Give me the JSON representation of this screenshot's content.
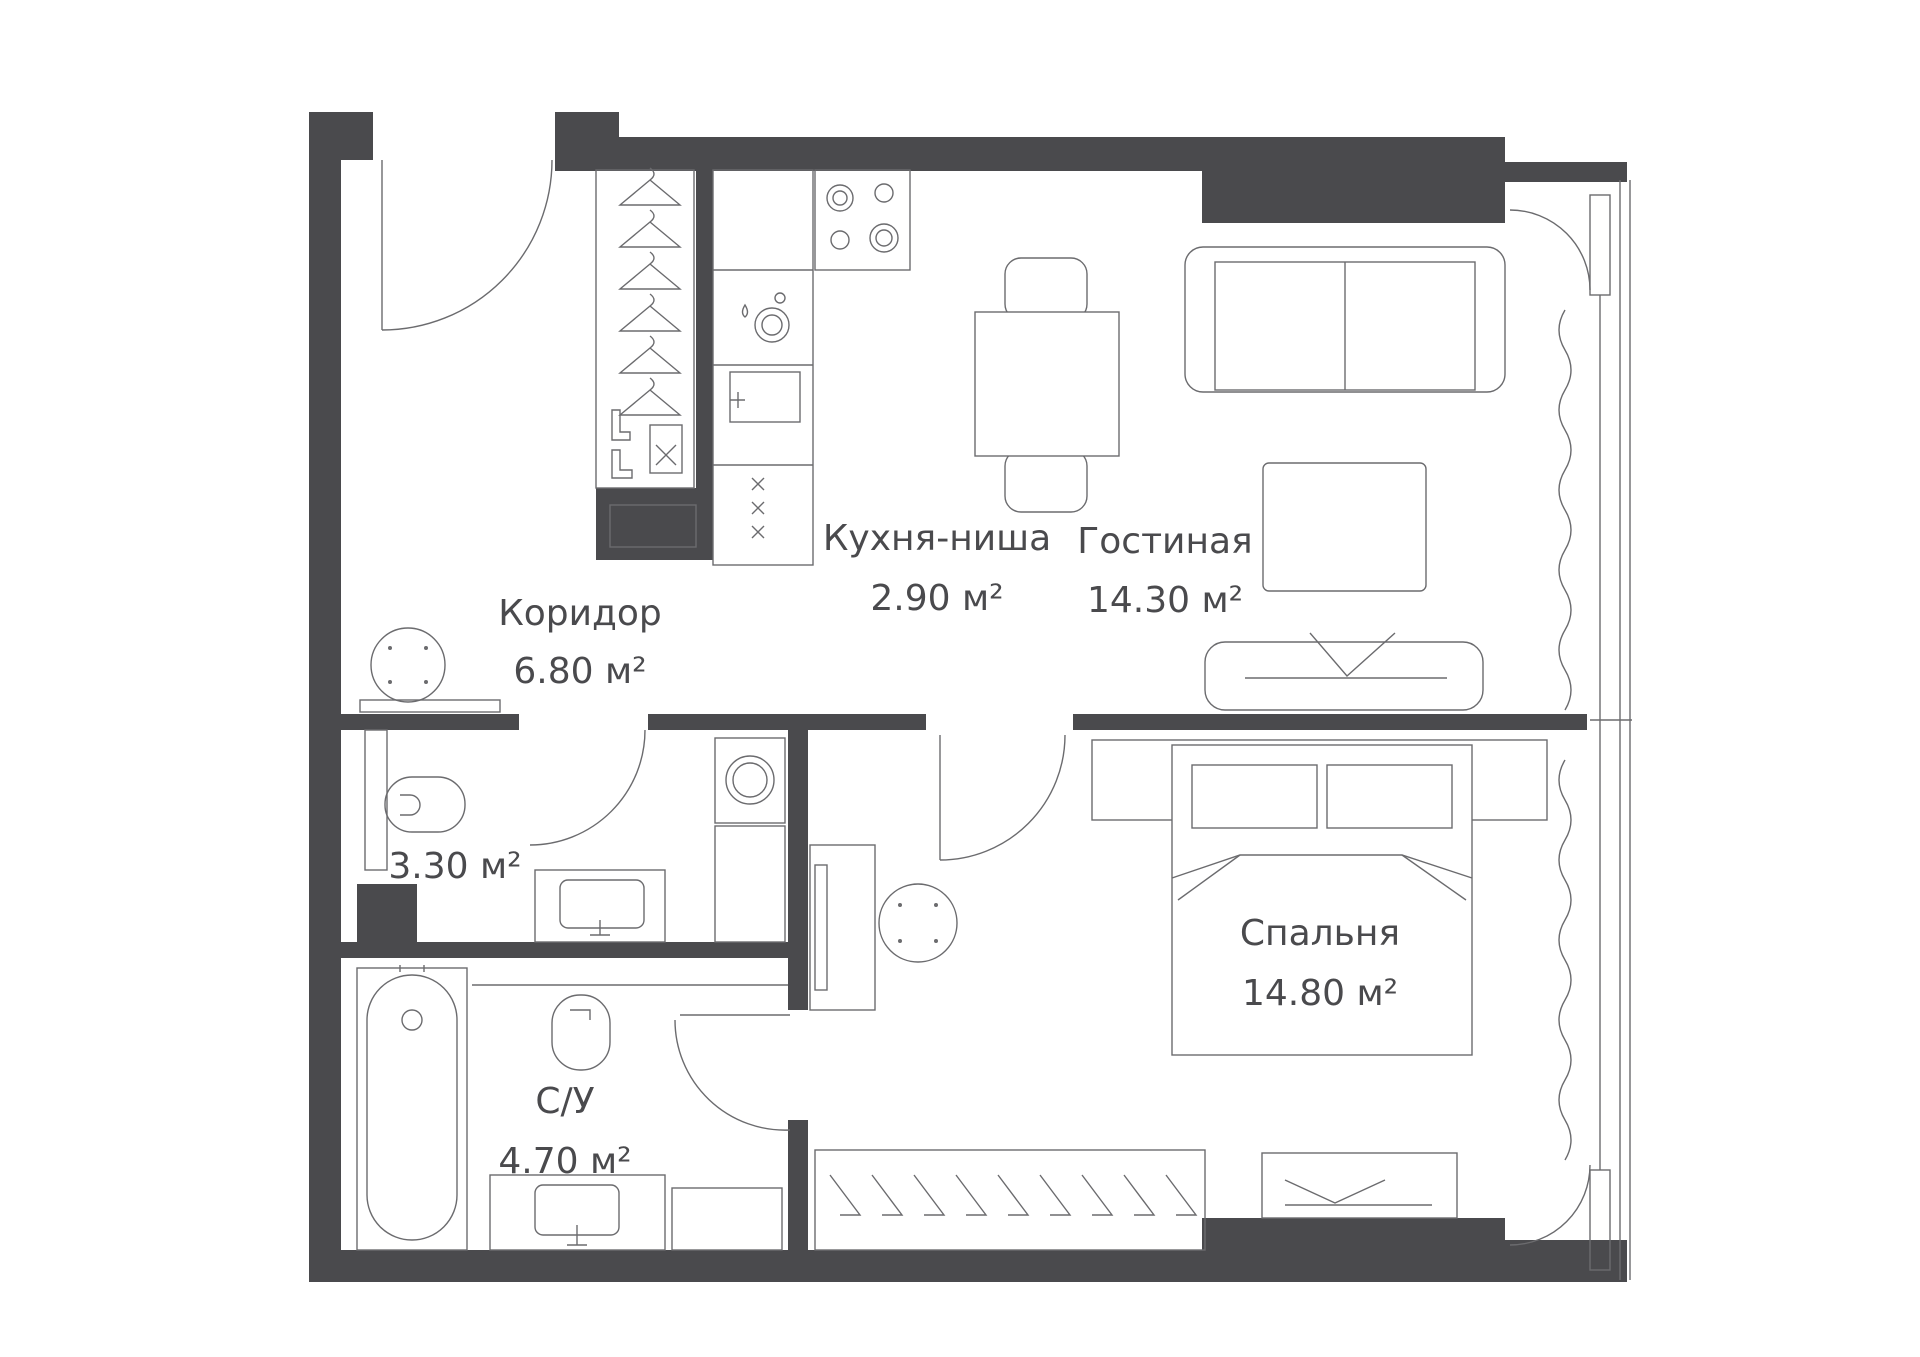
{
  "plan": {
    "wall_color": "#4a4a4d",
    "line_color": "#6b6b6e",
    "rooms": [
      {
        "id": "corridor",
        "name": "Коридор",
        "area": "6.80 м²"
      },
      {
        "id": "kitchen",
        "name": "Кухня-ниша",
        "area": "2.90 м²"
      },
      {
        "id": "living",
        "name": "Гостиная",
        "area": "14.30 м²"
      },
      {
        "id": "wc",
        "name": "",
        "area": "3.30 м²"
      },
      {
        "id": "bathroom",
        "name": "С/У",
        "area": "4.70 м²"
      },
      {
        "id": "bedroom",
        "name": "Спальня",
        "area": "14.80 м²"
      }
    ]
  }
}
